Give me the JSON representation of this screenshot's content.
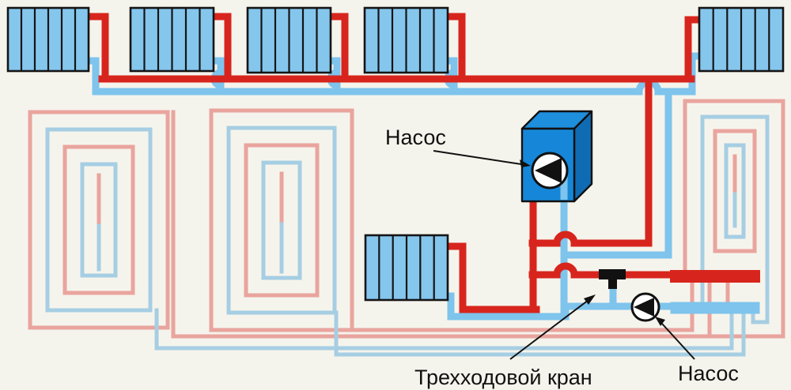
{
  "diagram": {
    "type": "heating-system-schematic",
    "labels": {
      "pump_top": "Насос",
      "three_way_valve": "Трехходовой кран",
      "pump_bottom": "Насос"
    },
    "components": {
      "radiators_top_row": 5,
      "radiator_far_right": 1,
      "radiator_bottom_middle": 1,
      "sections_per_radiator": 6,
      "floor_heating_spiral_loops": 3,
      "circulation_pumps": 2,
      "three_way_valves": 1,
      "supply_manifold": 1,
      "return_manifold": 1
    },
    "colors": {
      "supply_pipe_red": "#d7251d",
      "return_pipe_blue": "#7ec4ec",
      "floor_loop_supply_pink": "#e9a49e",
      "floor_loop_return_blue": "#a6cee3",
      "pump_unit_blue": "#1687d8",
      "radiator_fill": "#85c6ed",
      "outline_black": "#151515",
      "background": "#f5f4ec"
    }
  }
}
